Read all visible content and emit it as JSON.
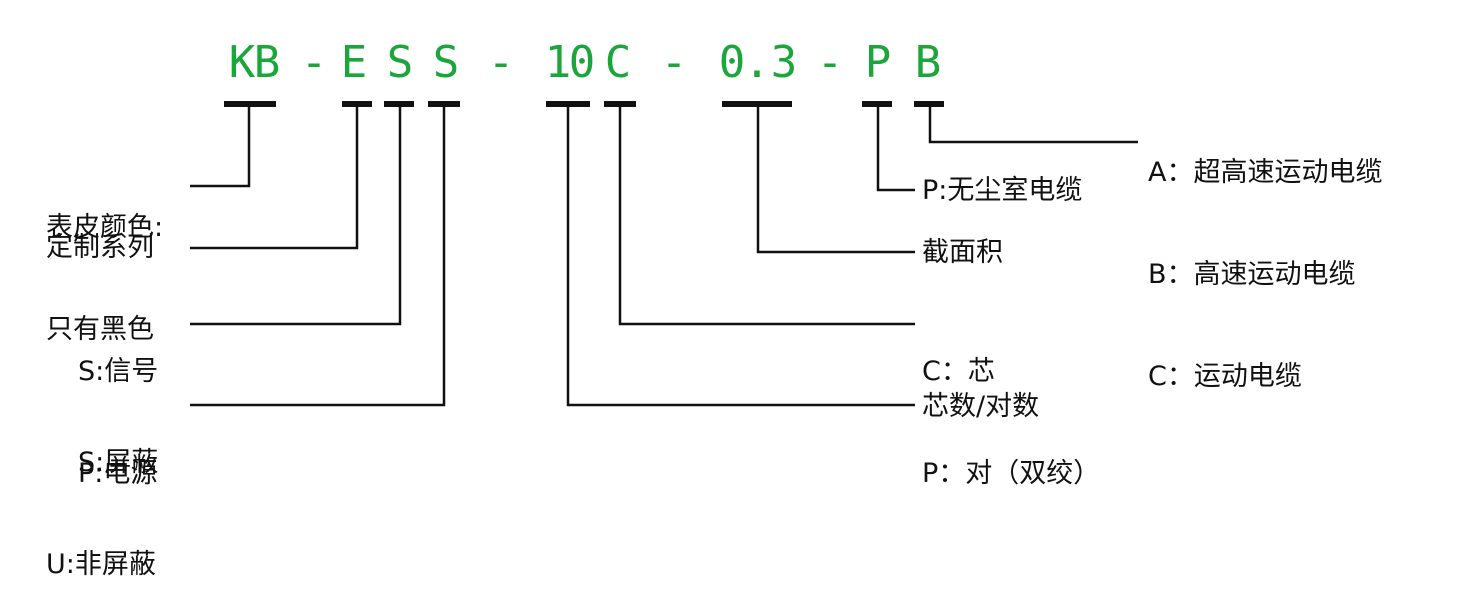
{
  "code": {
    "chars": [
      "K",
      "B",
      "-",
      "E",
      "S",
      "S",
      "-",
      "1",
      "0",
      "C",
      "-",
      "0",
      ".",
      "3",
      "-",
      "P",
      "B"
    ]
  },
  "labels": {
    "color": [
      "表皮颜色:",
      "只有黑色"
    ],
    "series": [
      "定制系列"
    ],
    "signal": [
      "S:信号",
      "P:电源"
    ],
    "shield": [
      "S:屏蔽",
      "U:非屏蔽"
    ],
    "cleanroom": [
      "P:无尘室电缆"
    ],
    "section": [
      "截面积"
    ],
    "core_type": [
      "C：芯",
      "P：对（双绞）"
    ],
    "core_count": [
      "芯数/对数"
    ],
    "motion": [
      "A：超高速运动电缆",
      "B：高速运动电缆",
      "C：运动电缆"
    ]
  },
  "colors": {
    "code": "#1aa63a",
    "lines": "#111111",
    "text": "#111111"
  }
}
